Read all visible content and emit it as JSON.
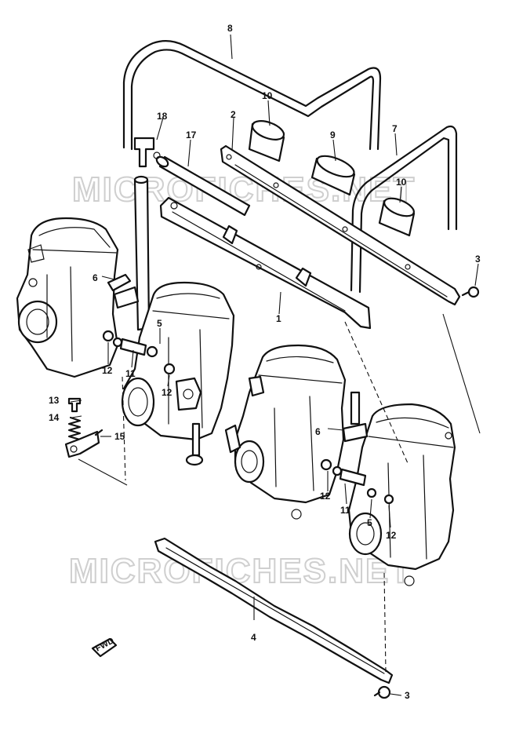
{
  "watermark": {
    "top": "MICROFICHES.NET",
    "bottom": "MICROFICHES.NET"
  },
  "direction_mark": "FWD",
  "callouts": {
    "c8": "8",
    "c10a": "10",
    "c18": "18",
    "c17": "17",
    "c2": "2",
    "c9": "9",
    "c7": "7",
    "c10b": "10",
    "c3a": "3",
    "c6a": "6",
    "c1": "1",
    "c5a": "5",
    "c12a": "12",
    "c11a": "11",
    "c12b": "12",
    "c13": "13",
    "c14": "14",
    "c15": "15",
    "c6b": "6",
    "c12c": "12",
    "c11b": "11",
    "c5b": "5",
    "c12d": "12",
    "c4": "4",
    "c3b": "3"
  }
}
